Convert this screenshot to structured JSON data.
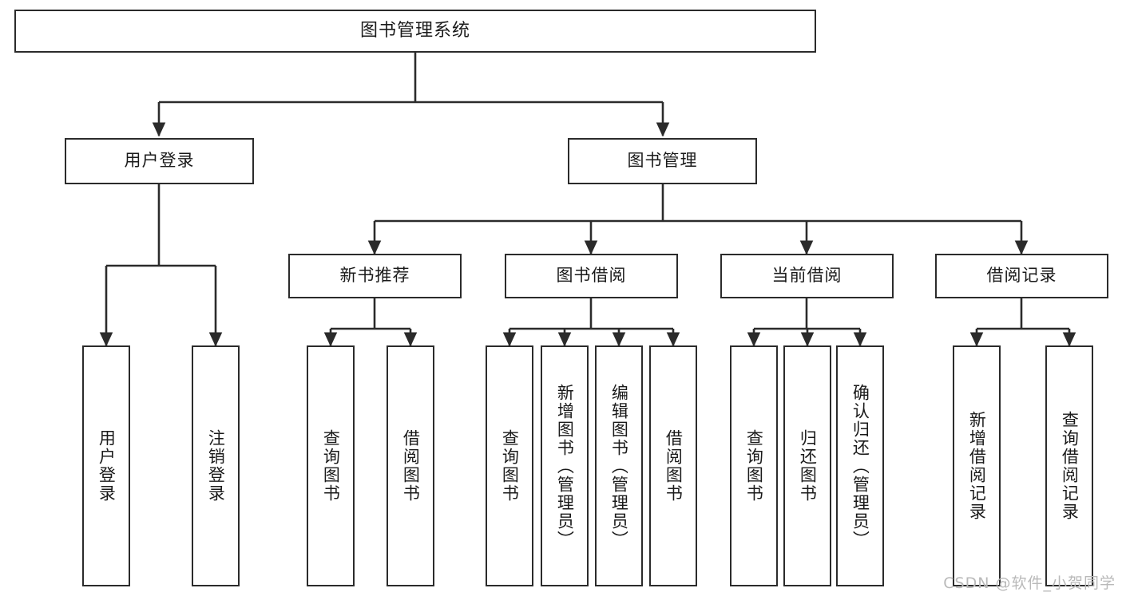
{
  "diagram": {
    "title": "图书管理系统",
    "type": "tree",
    "watermark": "CSDN @软件_小贺同学",
    "colors": {
      "box_border": "#2b2b2b",
      "box_fill": "#ffffff",
      "edge": "#2b2b2b",
      "text": "#1a1a1a",
      "watermark": "#b9b9b9"
    },
    "nodes": {
      "root": {
        "label": "图书管理系统"
      },
      "level2": [
        {
          "id": "user-login",
          "label": "用户登录"
        },
        {
          "id": "book-manage",
          "label": "图书管理"
        }
      ],
      "level3": [
        {
          "id": "new-book-recommend",
          "label": "新书推荐"
        },
        {
          "id": "book-borrow",
          "label": "图书借阅"
        },
        {
          "id": "current-borrow",
          "label": "当前借阅"
        },
        {
          "id": "borrow-record",
          "label": "借阅记录"
        }
      ],
      "leaves": {
        "user_login": [
          {
            "id": "leaf-user-login",
            "label": "用户登录"
          },
          {
            "id": "leaf-logout",
            "label": "注销登录"
          }
        ],
        "new_book_recommend": [
          {
            "id": "leaf-query-book-1",
            "label": "查询图书"
          },
          {
            "id": "leaf-borrow-book-1",
            "label": "借阅图书"
          }
        ],
        "book_borrow": [
          {
            "id": "leaf-query-book-2",
            "label": "查询图书"
          },
          {
            "id": "leaf-add-book",
            "label": "新增图书（管理员）"
          },
          {
            "id": "leaf-edit-book",
            "label": "编辑图书（管理员）"
          },
          {
            "id": "leaf-borrow-book-2",
            "label": "借阅图书"
          }
        ],
        "current_borrow": [
          {
            "id": "leaf-query-book-3",
            "label": "查询图书"
          },
          {
            "id": "leaf-return-book",
            "label": "归还图书"
          },
          {
            "id": "leaf-confirm-return",
            "label": "确认归还（管理员）"
          }
        ],
        "borrow_record": [
          {
            "id": "leaf-add-record",
            "label": "新增借阅记录"
          },
          {
            "id": "leaf-query-record",
            "label": "查询借阅记录"
          }
        ]
      }
    }
  }
}
